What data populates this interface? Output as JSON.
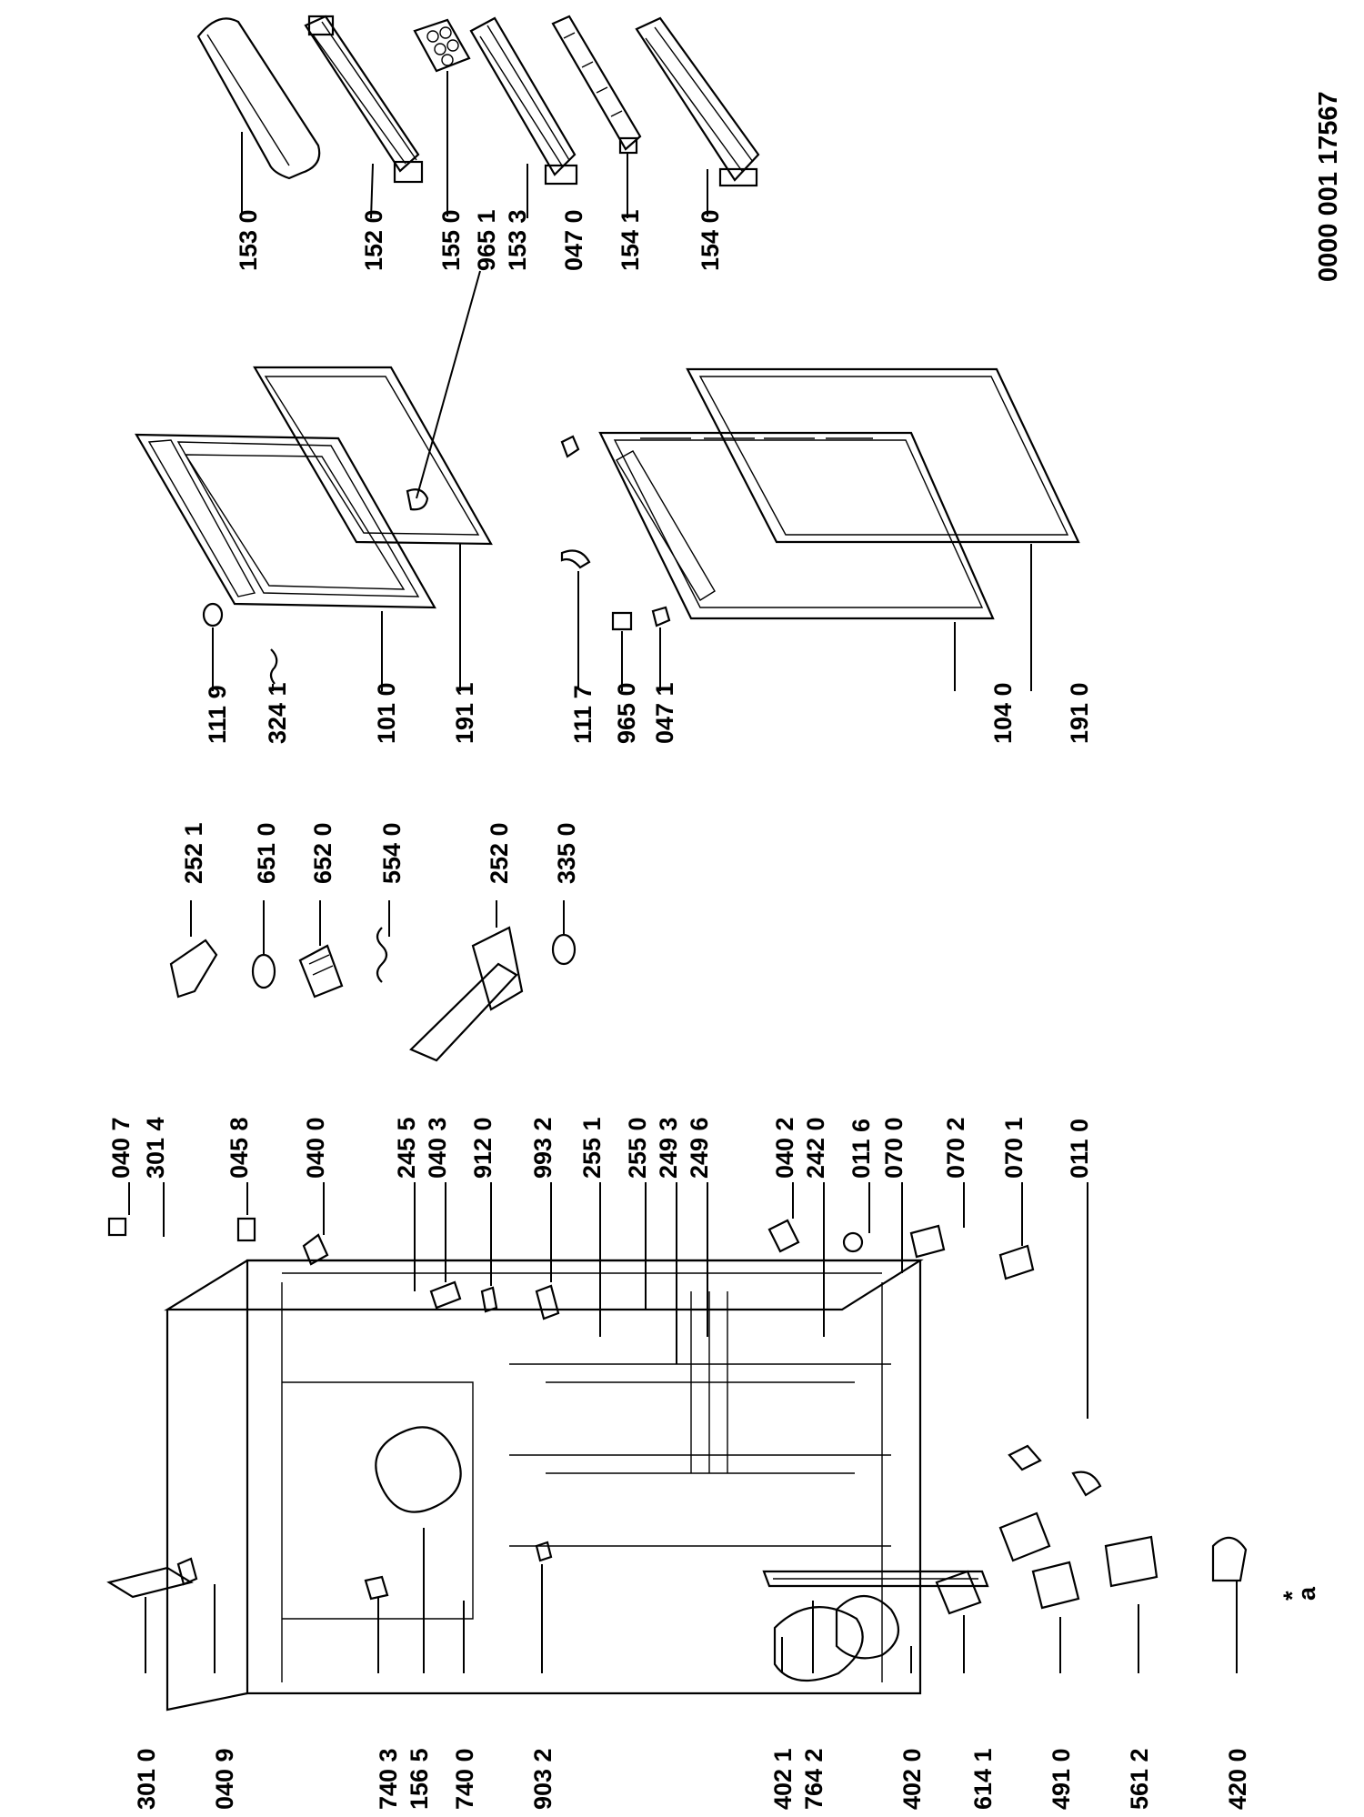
{
  "document_number": "0000 001 17567",
  "footnote_marks": [
    "*",
    "a"
  ],
  "callouts": {
    "c1530": "153 0",
    "c1520": "152 0",
    "c1550": "155 0",
    "c9651": "965 1",
    "c1533": "153 3",
    "c0470": "047 0",
    "c1541": "154 1",
    "c1540": "154 0",
    "c1119": "111 9",
    "c3241": "324 1",
    "c1010": "101 0",
    "c1911": "191 1",
    "c1117": "111 7",
    "c9650": "965 0",
    "c0471": "047 1",
    "c1040": "104 0",
    "c1910": "191 0",
    "c2521": "252 1",
    "c6510": "651 0",
    "c6520": "652 0",
    "c5540": "554 0",
    "c2520": "252 0",
    "c3350": "335 0",
    "c0407": "040 7",
    "c3014": "301 4",
    "c0458": "045 8",
    "c0400": "040 0",
    "c2455": "245 5",
    "c0403": "040 3",
    "c9120": "912 0",
    "c9932": "993 2",
    "c2551": "255 1",
    "c2550": "255 0",
    "c2493": "249 3",
    "c2496": "249 6",
    "c0402": "040 2",
    "c2420": "242 0",
    "c0116": "011 6",
    "c0700": "070 0",
    "c0702": "070 2",
    "c0701": "070 1",
    "c0110": "011 0",
    "c3010": "301 0",
    "c0409": "040 9",
    "c7403": "740 3",
    "c1565": "156 5",
    "c7400": "740 0",
    "c9032": "903 2",
    "c4021": "402 1",
    "c7642": "764 2",
    "c4020": "402 0",
    "c6141": "614 1",
    "c4910": "491 0",
    "c5612": "561 2",
    "c4200": "420 0"
  }
}
